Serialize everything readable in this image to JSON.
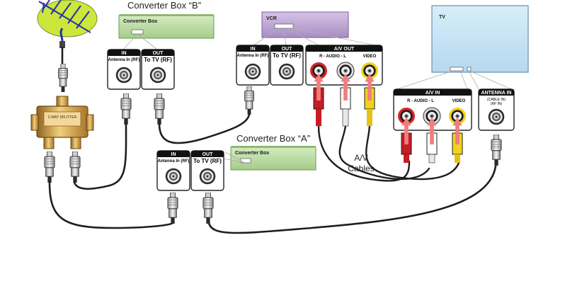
{
  "labels": {
    "converter_b_caption": "Converter Box “B”",
    "converter_a_caption": "Converter Box “A”",
    "converter_box_text": "Converter Box",
    "vcr": "VCR",
    "tv": "TV",
    "av_cables_line1": "A/V",
    "av_cables_line2": "Cables",
    "splitter_text": "2-WAY SPLITTER"
  },
  "plates": {
    "in": "IN",
    "out": "OUT",
    "antenna_in_rf": "Antenna In (RF)",
    "to_tv_rf": "To TV (RF)",
    "av_out": "A/V OUT",
    "av_in": "A/V IN",
    "audio_rl": "R  -  AUDIO  -  L",
    "video": "VIDEO",
    "antenna_in": "ANTENNA IN",
    "cable_in_rf": "(CABLE IN)",
    "rf_in": "(RF IN)"
  },
  "colors": {
    "converter_box": "#b9dca0",
    "vcr": "#c2a8d6",
    "tv": "#c5e2f5",
    "antenna": "#c9e63a",
    "splitter": "#c8973a",
    "rca_red": "#d8232a",
    "rca_white": "#f2f2f2",
    "rca_yellow": "#f2d21a",
    "arrow_pink": "#ee7f7f"
  },
  "icons": [
    "antenna-icon",
    "splitter-icon",
    "coax-connector-icon",
    "rca-jack-icon",
    "rca-plug-icon",
    "up-arrow-icon"
  ]
}
